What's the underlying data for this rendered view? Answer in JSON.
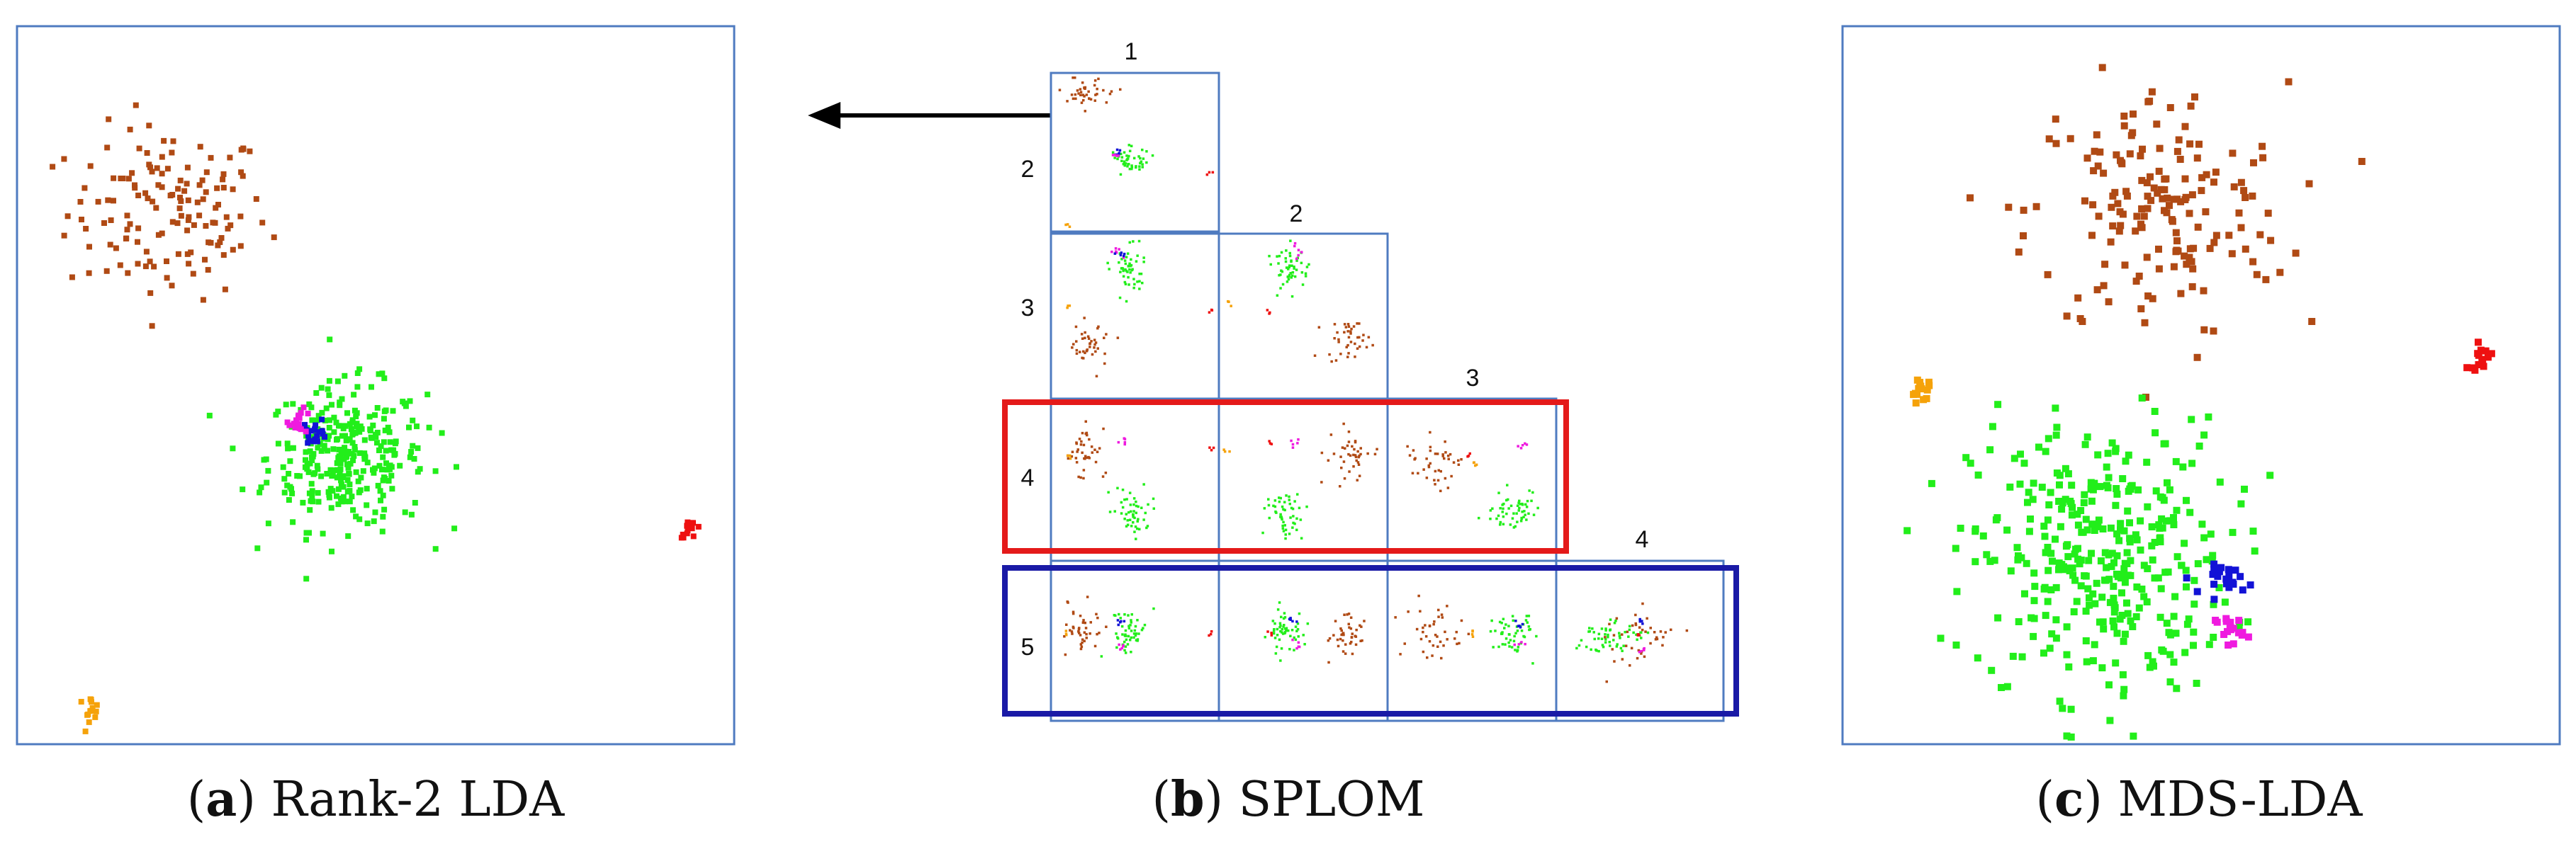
{
  "colors": {
    "brown": "#b04a14",
    "green": "#22ee1a",
    "blue": "#1212d6",
    "magenta": "#ef1adf",
    "red": "#ee1010",
    "orange": "#f5a20a",
    "frame": "#4f7bc0",
    "highlight_red": "#e41a1a",
    "highlight_blue": "#1a1aa6",
    "arrow": "#000000"
  },
  "captions": {
    "a_letter": "a",
    "a_text": "Rank-2 LDA",
    "b_letter": "b",
    "b_text": "SPLOM",
    "c_letter": "c",
    "c_text": "MDS-LDA"
  },
  "chart_data": [
    {
      "id": "a",
      "type": "scatter",
      "title": "(a) Rank-2 LDA",
      "xlim": [
        0,
        100
      ],
      "ylim": [
        0,
        100
      ],
      "grid": false,
      "clusters": [
        {
          "color": "brown",
          "center": [
            21,
            74
          ],
          "spread": [
            7,
            6
          ],
          "n": 140
        },
        {
          "color": "green",
          "center": [
            46,
            40
          ],
          "spread": [
            5.5,
            5
          ],
          "n": 320
        },
        {
          "color": "blue",
          "center": [
            41.5,
            43.5
          ],
          "spread": [
            0.9,
            0.9
          ],
          "n": 20
        },
        {
          "color": "magenta",
          "center": [
            39.5,
            45
          ],
          "spread": [
            0.8,
            0.8
          ],
          "n": 15
        },
        {
          "color": "red",
          "center": [
            94,
            30
          ],
          "spread": [
            0.8,
            0.6
          ],
          "n": 14
        },
        {
          "color": "orange",
          "center": [
            10,
            5
          ],
          "spread": [
            0.8,
            0.8
          ],
          "n": 14
        }
      ]
    },
    {
      "id": "b",
      "type": "scatter",
      "title": "(b) SPLOM",
      "column_labels": [
        "1",
        "2",
        "3",
        "4"
      ],
      "row_labels": [
        "2",
        "3",
        "4",
        "5"
      ],
      "highlighted_rows": [
        {
          "row": "4",
          "color": "highlight_red"
        },
        {
          "row": "5",
          "color": "highlight_blue"
        }
      ]
    },
    {
      "id": "c",
      "type": "scatter",
      "title": "(c) MDS-LDA",
      "xlim": [
        0,
        100
      ],
      "ylim": [
        0,
        100
      ],
      "grid": false,
      "clusters": [
        {
          "color": "brown",
          "center": [
            44,
            74
          ],
          "spread": [
            9,
            9
          ],
          "n": 170
        },
        {
          "color": "green",
          "center": [
            36,
            26
          ],
          "spread": [
            9,
            9.5
          ],
          "n": 360
        },
        {
          "color": "blue",
          "center": [
            54,
            23
          ],
          "spread": [
            1.6,
            1
          ],
          "n": 25
        },
        {
          "color": "magenta",
          "center": [
            54,
            16
          ],
          "spread": [
            1,
            1
          ],
          "n": 18
        },
        {
          "color": "red",
          "center": [
            89,
            54
          ],
          "spread": [
            0.9,
            0.9
          ],
          "n": 14
        },
        {
          "color": "orange",
          "center": [
            11,
            49
          ],
          "spread": [
            0.9,
            0.9
          ],
          "n": 14
        }
      ]
    }
  ]
}
